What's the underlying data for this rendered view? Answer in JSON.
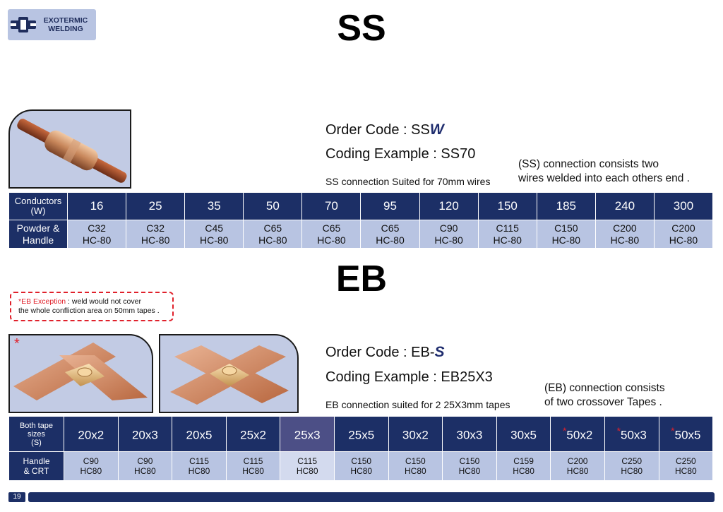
{
  "badge": {
    "line1": "EXOTERMIC",
    "line2": "WELDING",
    "icon": "weld-connector-icon"
  },
  "ss": {
    "title": "SS",
    "order_code_prefix": "Order Code : SS",
    "order_code_var": "W",
    "coding_example": "Coding Example : SS70",
    "suited_note": "SS connection Suited for 70mm wires",
    "description_line1": "(SS) connection consists two",
    "description_line2": "wires welded into each others end .",
    "table": {
      "row1_label": "Conductors (W)",
      "row2_label_line1": "Powder &",
      "row2_label_line2": "Handle",
      "columns": [
        {
          "size": "16",
          "powder": "C32",
          "handle": "HC-80"
        },
        {
          "size": "25",
          "powder": "C32",
          "handle": "HC-80"
        },
        {
          "size": "35",
          "powder": "C45",
          "handle": "HC-80"
        },
        {
          "size": "50",
          "powder": "C65",
          "handle": "HC-80"
        },
        {
          "size": "70",
          "powder": "C65",
          "handle": "HC-80"
        },
        {
          "size": "95",
          "powder": "C65",
          "handle": "HC-80"
        },
        {
          "size": "120",
          "powder": "C90",
          "handle": "HC-80"
        },
        {
          "size": "150",
          "powder": "C115",
          "handle": "HC-80"
        },
        {
          "size": "185",
          "powder": "C150",
          "handle": "HC-80"
        },
        {
          "size": "240",
          "powder": "C200",
          "handle": "HC-80"
        },
        {
          "size": "300",
          "powder": "C200",
          "handle": "HC-80"
        }
      ]
    }
  },
  "eb": {
    "title": "EB",
    "exception_label": "EB Exception",
    "exception_text_1": " : weld would not cover",
    "exception_text_2": "the whole confliction area on 50mm tapes .",
    "order_code_prefix": "Order Code : EB-",
    "order_code_var": "S",
    "coding_example": "Coding Example : EB25X3",
    "suited_note": "EB connection suited for 2 25X3mm tapes",
    "description_line1": "(EB) connection consists",
    "description_line2": "of two crossover Tapes .",
    "table": {
      "row1_label_line1": "Both tape",
      "row1_label_line2": "sizes",
      "row1_label_line3": "(S)",
      "row2_label_line1": "Handle",
      "row2_label_line2": "& CRT",
      "highlight_color": "#4c4f86",
      "columns": [
        {
          "size": "20x2",
          "powder": "C90",
          "handle": "HC80",
          "star": ""
        },
        {
          "size": "20x3",
          "powder": "C90",
          "handle": "HC80",
          "star": ""
        },
        {
          "size": "20x5",
          "powder": "C115",
          "handle": "HC80",
          "star": ""
        },
        {
          "size": "25x2",
          "powder": "C115",
          "handle": "HC80",
          "star": ""
        },
        {
          "size": "25x3",
          "powder": "C115",
          "handle": "HC80",
          "star": "",
          "highlight": true
        },
        {
          "size": "25x5",
          "powder": "C150",
          "handle": "HC80",
          "star": ""
        },
        {
          "size": "30x2",
          "powder": "C150",
          "handle": "HC80",
          "star": ""
        },
        {
          "size": "30x3",
          "powder": "C150",
          "handle": "HC80",
          "star": ""
        },
        {
          "size": "30x5",
          "powder": "C159",
          "handle": "HC80",
          "star": ""
        },
        {
          "size": "50x2",
          "powder": "C200",
          "handle": "HC80",
          "star": "*"
        },
        {
          "size": "50x3",
          "powder": "C250",
          "handle": "HC80",
          "star": "*"
        },
        {
          "size": "50x5",
          "powder": "C250",
          "handle": "HC80",
          "star": "*"
        }
      ]
    }
  },
  "footer": {
    "page_number": "19"
  }
}
